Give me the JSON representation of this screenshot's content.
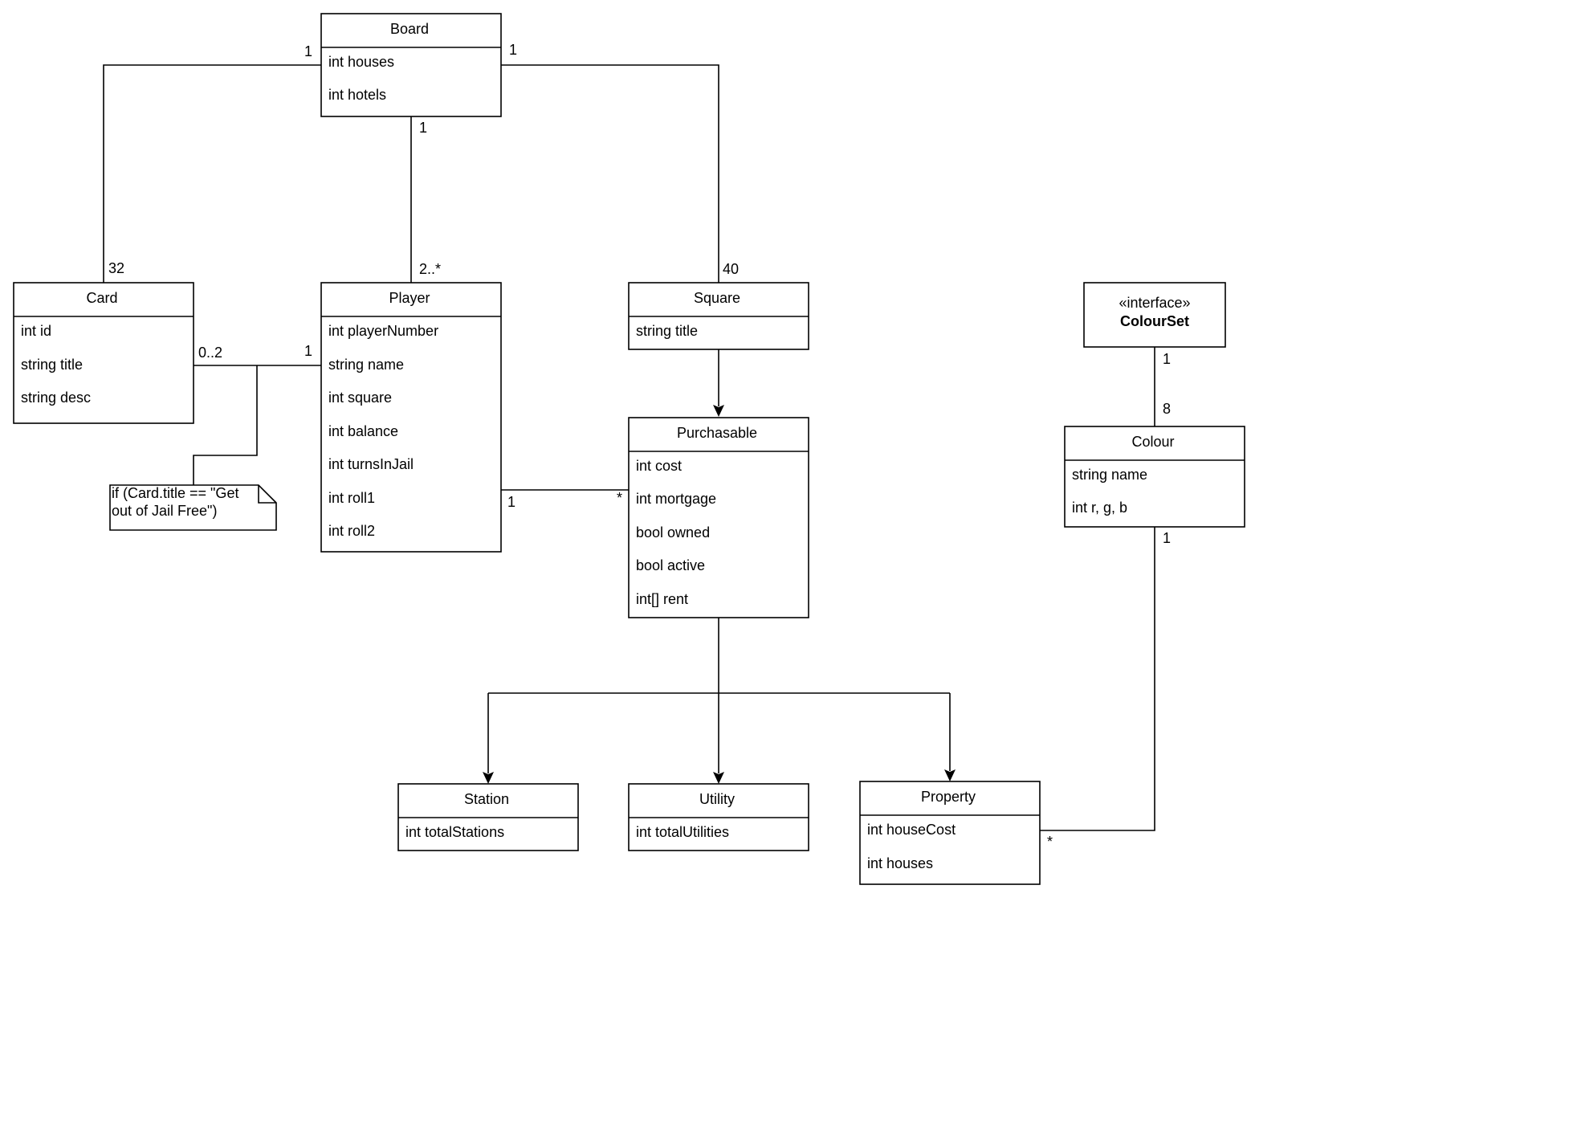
{
  "classes": {
    "board": {
      "name": "Board",
      "attributes": [
        "int houses",
        "int hotels"
      ]
    },
    "card": {
      "name": "Card",
      "attributes": [
        "int id",
        "string title",
        "string desc"
      ]
    },
    "player": {
      "name": "Player",
      "attributes": [
        "int playerNumber",
        "string name",
        "int square",
        "int balance",
        "int turnsInJail",
        "int roll1",
        "int roll2"
      ]
    },
    "square": {
      "name": "Square",
      "attributes": [
        "string title"
      ]
    },
    "purchasable": {
      "name": "Purchasable",
      "attributes": [
        "int cost",
        "int mortgage",
        "bool owned",
        "bool active",
        "int[] rent"
      ]
    },
    "station": {
      "name": "Station",
      "attributes": [
        "int totalStations"
      ]
    },
    "utility": {
      "name": "Utility",
      "attributes": [
        "int totalUtilities"
      ]
    },
    "property": {
      "name": "Property",
      "attributes": [
        "int houseCost",
        "int houses"
      ]
    },
    "colour": {
      "name": "Colour",
      "attributes": [
        "string name",
        "int r, g, b"
      ]
    },
    "colourset": {
      "stereotype": "«interface»",
      "name": "ColourSet",
      "attributes": []
    }
  },
  "note": {
    "lines": [
      "if (Card.title == \"Get",
      "out of Jail Free\")"
    ]
  },
  "associations": [
    {
      "id": "board-card",
      "from": "Board",
      "to": "Card",
      "from_mult": "1",
      "to_mult": "32"
    },
    {
      "id": "board-player",
      "from": "Board",
      "to": "Player",
      "from_mult": "1",
      "to_mult": "2..*"
    },
    {
      "id": "board-square",
      "from": "Board",
      "to": "Square",
      "from_mult": "1",
      "to_mult": "40"
    },
    {
      "id": "card-player",
      "from": "Card",
      "to": "Player",
      "from_mult": "0..2",
      "to_mult": "1"
    },
    {
      "id": "player-purchasable",
      "from": "Player",
      "to": "Purchasable",
      "from_mult": "1",
      "to_mult": "*"
    },
    {
      "id": "colourset-colour",
      "from": "ColourSet",
      "to": "Colour",
      "from_mult": "1",
      "to_mult": "8"
    },
    {
      "id": "colour-property",
      "from": "Colour",
      "to": "Property",
      "from_mult": "1",
      "to_mult": "*"
    }
  ],
  "arrows": [
    {
      "id": "square-purchasable",
      "from": "Square",
      "to": "Purchasable"
    },
    {
      "id": "purchasable-station",
      "from": "Purchasable",
      "to": "Station"
    },
    {
      "id": "purchasable-utility",
      "from": "Purchasable",
      "to": "Utility"
    },
    {
      "id": "purchasable-property",
      "from": "Purchasable",
      "to": "Property"
    }
  ],
  "colors": {
    "line": "#000000",
    "fill": "#ffffff",
    "text": "#000000"
  }
}
